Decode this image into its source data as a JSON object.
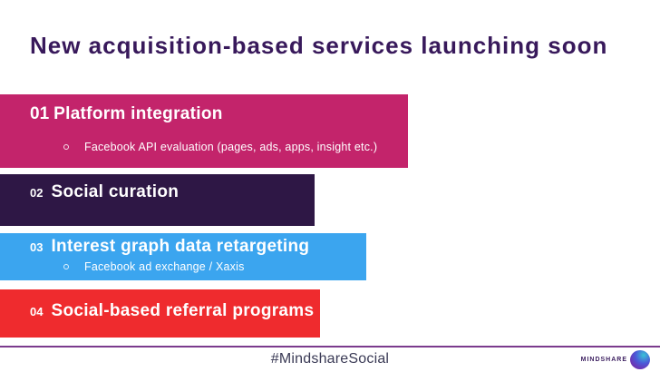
{
  "title": "New acquisition-based services launching soon",
  "title_color": "#38195B",
  "bars": [
    {
      "number": "01",
      "label": "Platform integration",
      "bullet": "Facebook API evaluation (pages, ads, apps, insight etc.)",
      "color": "#C3246B"
    },
    {
      "number": "02",
      "label": "Social curation",
      "color": "#2E1745"
    },
    {
      "number": "03",
      "label": "Interest graph data retargeting",
      "bullet": "Facebook ad exchange / Xaxis",
      "color": "#3BA5EF"
    },
    {
      "number": "04",
      "label": "Social-based referral programs",
      "color": "#EF2B2E"
    }
  ],
  "footer": {
    "hashtag": "#MindshareSocial",
    "brand": "MINDSHARE",
    "line_color": "#7B3B8D",
    "logo": "mindshare-sphere-icon"
  }
}
